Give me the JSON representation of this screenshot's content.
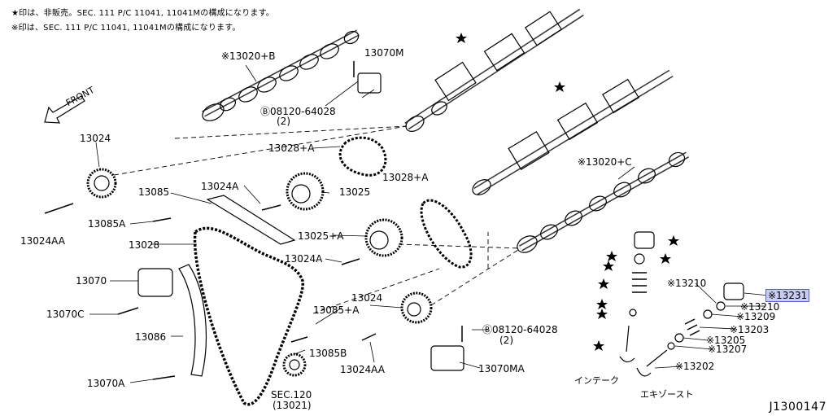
{
  "notes": [
    "★印は、非販売。SEC. 111  P/C 11041, 11041Mの構成になります。",
    "※印は、SEC. 111 P/C 11041, 11041Mの構成になります。"
  ],
  "front_label": "FRONT",
  "diagram_code": "J1300147",
  "labels": {
    "p13020b": "※13020+B",
    "p13070m": "13070M",
    "bolt_top": "Ⓑ08120-64028",
    "bolt_top_qty": "(2)",
    "p13024_top": "13024",
    "p13028a_top": "13028+A",
    "p13028a_mid": "13028+A",
    "p13024a_top": "13024A",
    "p13025": "13025",
    "p13085": "13085",
    "p13085a": "13085A",
    "p13024aa_left": "13024AA",
    "p13028": "13028",
    "p13025a": "13025+A",
    "p13024a_mid": "13024A",
    "p13070": "13070",
    "p13070c": "13070C",
    "p13086": "13086",
    "p13070a": "13070A",
    "p13085a_plus": "13085+A",
    "p13024_mid": "13024",
    "p13085b": "13085B",
    "p13024aa_mid": "13024AA",
    "bolt_mid": "Ⓑ08120-64028",
    "bolt_mid_qty": "(2)",
    "p13070ma": "13070MA",
    "sec120": "SEC.120",
    "sec120_sub": "(13021)",
    "p13020c": "※13020+C",
    "p13210_left": "※13210",
    "p13231": "※13231",
    "p13210_right": "※13210",
    "p13209": "※13209",
    "p13203": "※13203",
    "p13205": "※13205",
    "p13207": "※13207",
    "p13202": "※13202",
    "intake": "インテーク",
    "exhaust": "エキゾースト"
  },
  "colors": {
    "highlight_fill": "#c8cbf3",
    "highlight_border": "#5560c9",
    "line": "#000000"
  }
}
